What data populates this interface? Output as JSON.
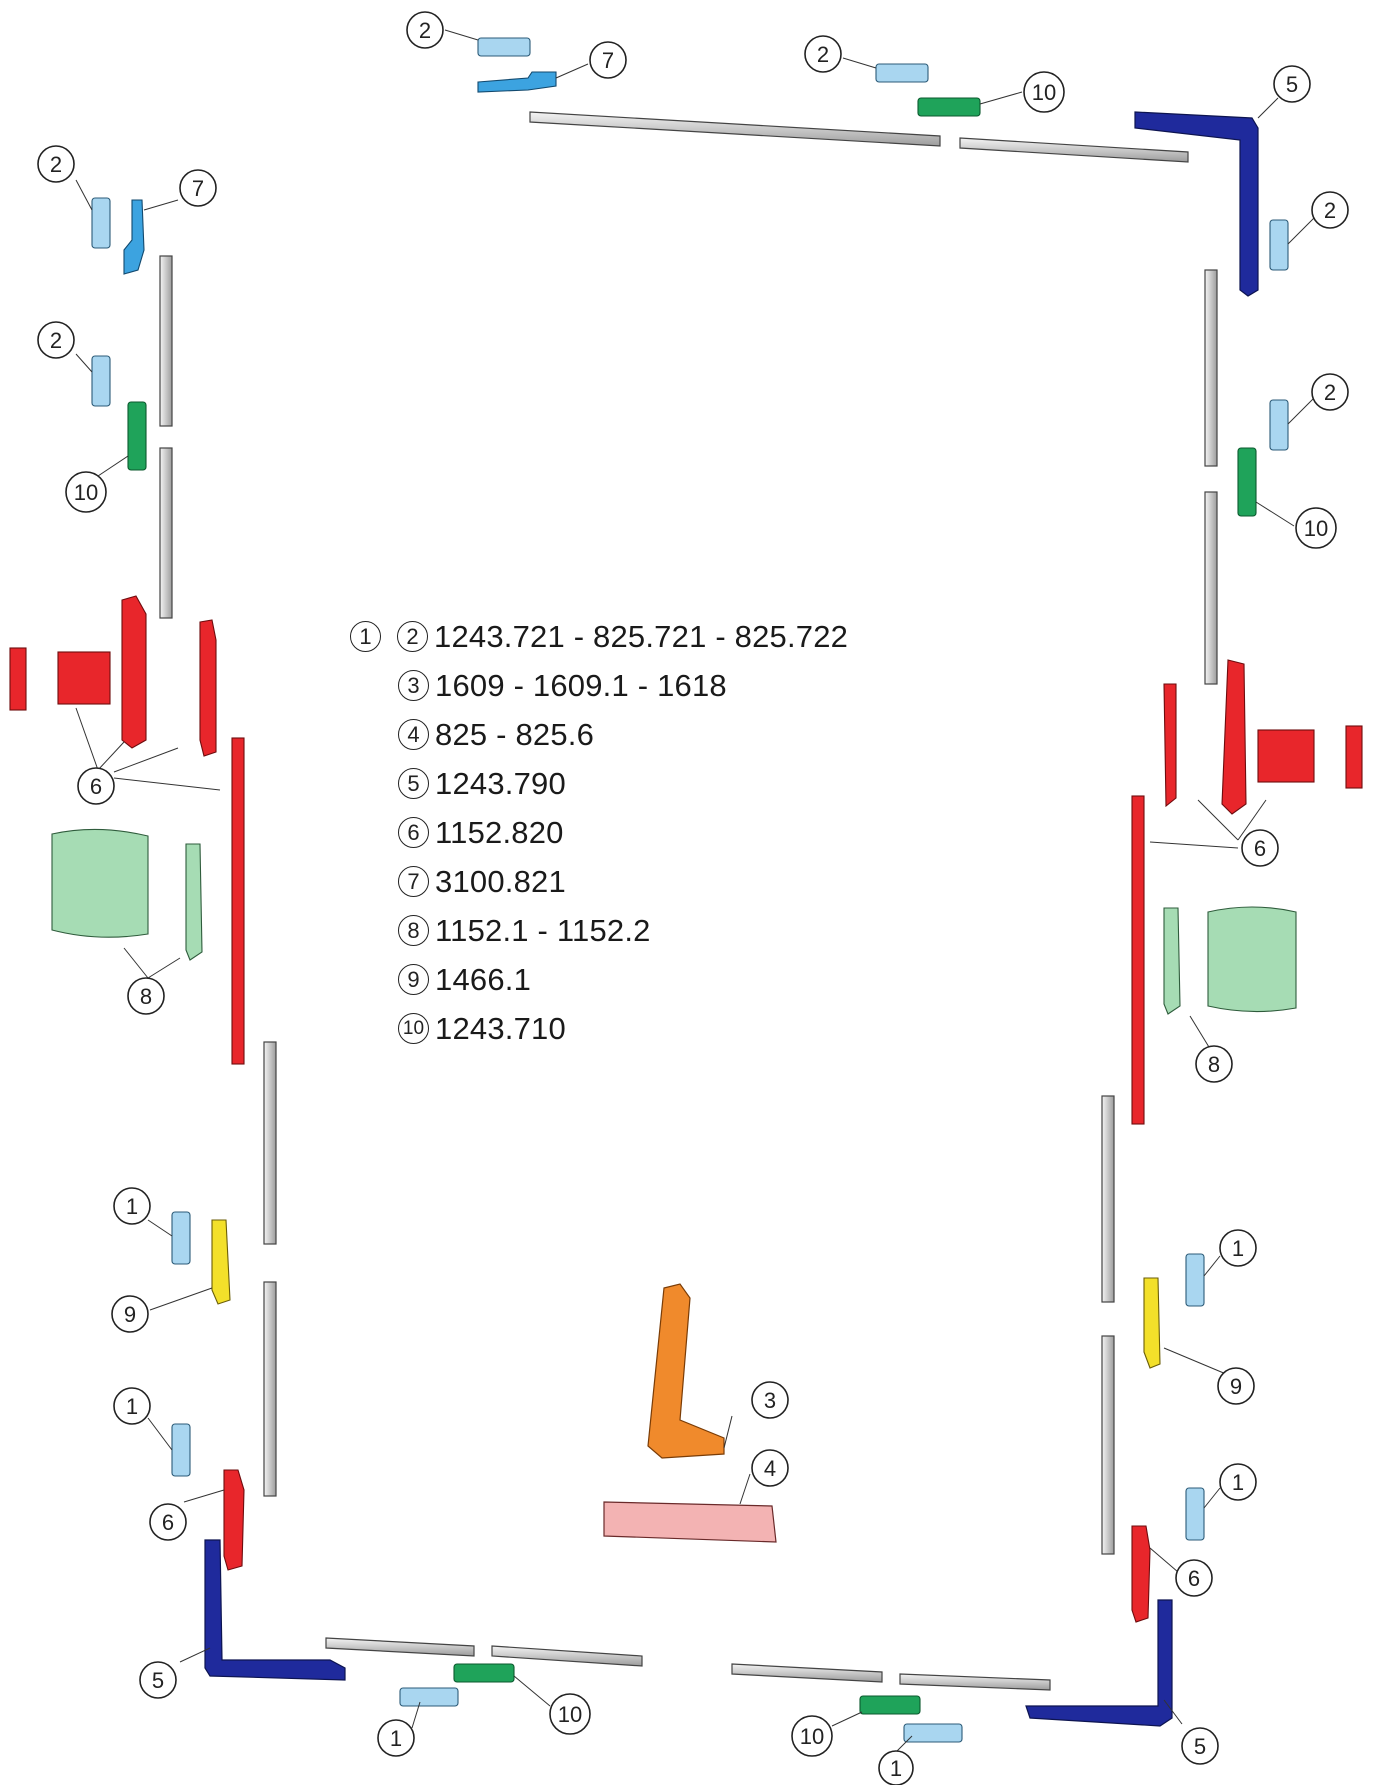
{
  "legend": [
    {
      "nums": [
        "1",
        "2"
      ],
      "code": "1243.721 - 825.721 - 825.722"
    },
    {
      "nums": [
        "3"
      ],
      "code": "1609 - 1609.1 - 1618"
    },
    {
      "nums": [
        "4"
      ],
      "code": "825 - 825.6"
    },
    {
      "nums": [
        "5"
      ],
      "code": "1243.790"
    },
    {
      "nums": [
        "6"
      ],
      "code": "1152.820"
    },
    {
      "nums": [
        "7"
      ],
      "code": "3100.821"
    },
    {
      "nums": [
        "8"
      ],
      "code": "1152.1 - 1152.2"
    },
    {
      "nums": [
        "9"
      ],
      "code": "1466.1"
    },
    {
      "nums": [
        "10"
      ],
      "code": "1243.710"
    }
  ],
  "callouts": {
    "top_left_keep": "2",
    "top_left_part7": "7",
    "top_mid_keep": "2",
    "top_mid_part10": "10",
    "top_right_corner": "5",
    "right_keep_upper": "2",
    "right_keep_lower": "2",
    "right_part10": "10",
    "left_keep_upper": "2",
    "left_part7": "7",
    "left_keep_lower": "2",
    "left_part10": "10",
    "left_hinge": "6",
    "left_hinge_cover": "8",
    "right_hinge": "6",
    "right_hinge_cover": "8",
    "left_keep_bottom_upper": "1",
    "left_part9": "9",
    "left_keep_bottom_lower": "1",
    "left_part6_bottom": "6",
    "left_corner_bottom": "5",
    "handle": "3",
    "gearbox": "4",
    "right_keep_bottom_upper": "1",
    "right_part9": "9",
    "right_keep_bottom_lower": "1",
    "right_part6_bottom": "6",
    "right_corner_bottom": "5",
    "bottom_left_keep": "1",
    "bottom_left_part10": "10",
    "bottom_right_part10": "10",
    "bottom_right_keep": "1"
  },
  "colors": {
    "keep": "#a9d6f0",
    "keep_alt": "#63b9e8",
    "part7": "#3ca3e0",
    "part10": "#1fa35a",
    "corner": "#1f2a9c",
    "hinge": "#e8262b",
    "cover": "#a6dcb4",
    "part9": "#f3e02a",
    "handle": "#f08a2c",
    "gearbox": "#f3b3b3",
    "rod": "#d8d8d8"
  }
}
